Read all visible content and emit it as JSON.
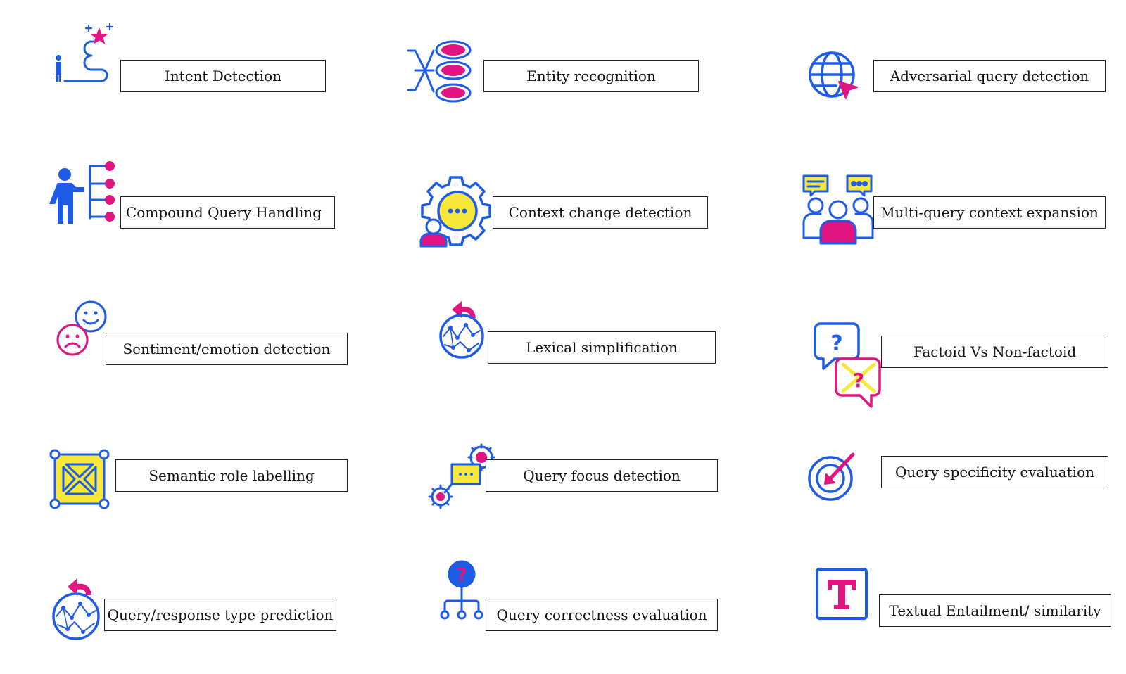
{
  "colors": {
    "blue": "#1E5BE6",
    "magenta": "#E0157F",
    "yellow": "#F7E839",
    "border": "#222222"
  },
  "capabilities": [
    {
      "label": "Intent Detection",
      "icon": "person-path-star-icon"
    },
    {
      "label": "Entity recognition",
      "icon": "entity-tree-icon"
    },
    {
      "label": "Adversarial query detection",
      "icon": "globe-cursor-icon"
    },
    {
      "label": "Compound Query Handling",
      "icon": "presenter-nodes-icon"
    },
    {
      "label": "Context change detection",
      "icon": "gear-chat-person-icon"
    },
    {
      "label": "Multi-query context expansion",
      "icon": "group-chat-icon"
    },
    {
      "label": "Sentiment/emotion detection",
      "icon": "happy-sad-faces-icon"
    },
    {
      "label": "Lexical simplification",
      "icon": "network-globe-arrow-icon"
    },
    {
      "label": "Factoid Vs Non-factoid",
      "icon": "question-bubbles-icon"
    },
    {
      "label": "Semantic role labelling",
      "icon": "frame-arrows-icon"
    },
    {
      "label": "Query focus detection",
      "icon": "gears-chat-icon"
    },
    {
      "label": "Query specificity evaluation",
      "icon": "target-arrow-icon"
    },
    {
      "label": "Query/response type prediction",
      "icon": "network-globe-arrow-icon"
    },
    {
      "label": "Query correctness evaluation",
      "icon": "question-hierarchy-icon"
    },
    {
      "label": "Textual Entailment/ similarity",
      "icon": "text-t-icon"
    }
  ]
}
